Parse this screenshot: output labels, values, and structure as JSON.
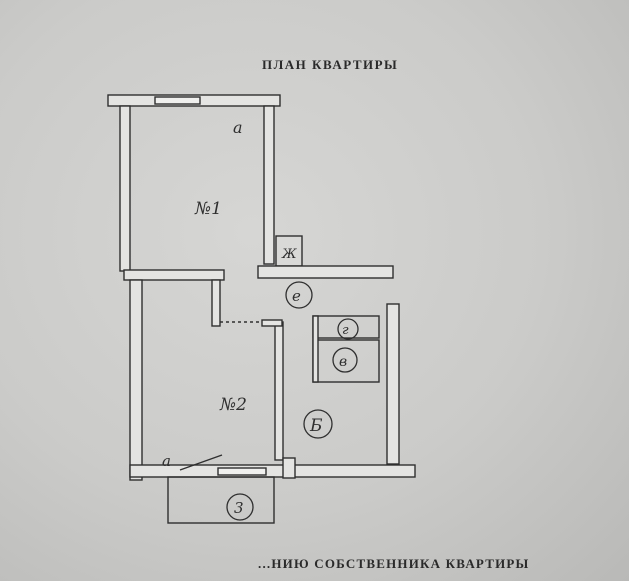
{
  "document": {
    "title": "ПЛАН КВАРТИРЫ",
    "bottom_caption": "...НИЮ СОБСТВЕННИКА КВАРТИРЫ"
  },
  "plan": {
    "rooms": [
      {
        "id": "room-1",
        "label": "№1"
      },
      {
        "id": "room-2",
        "label": "№2"
      },
      {
        "id": "room-b",
        "label": "Б"
      },
      {
        "id": "room-e",
        "label": "е"
      },
      {
        "id": "room-g",
        "label": "г"
      },
      {
        "id": "room-v",
        "label": "в"
      },
      {
        "id": "room-z",
        "label": "3"
      }
    ],
    "marks": {
      "balcony_top": "а",
      "balcony_bottom": "а",
      "vent_mark": "Ж"
    }
  },
  "colors": {
    "paper": "#cbcbc9",
    "ink": "#2f2f2f",
    "wall_fill": "#e4e4e2"
  }
}
